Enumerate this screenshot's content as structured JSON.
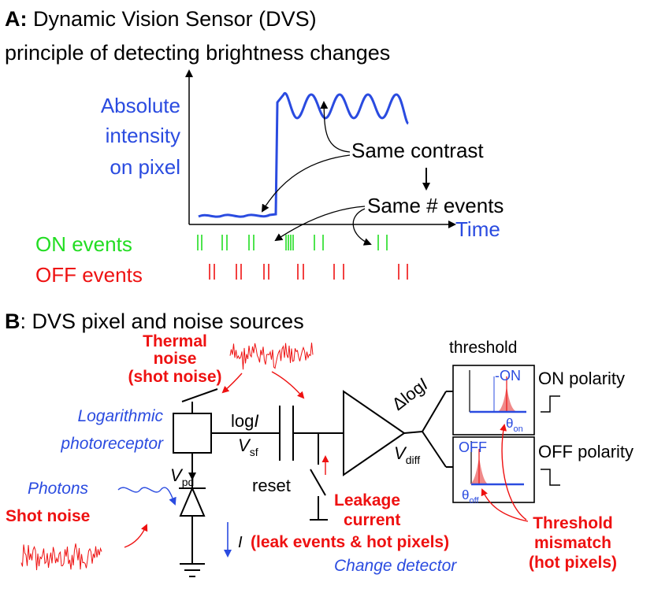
{
  "panel_a": {
    "letter": "A:",
    "title_rest": " Dynamic Vision Sensor (DVS)",
    "subtitle": "principle of detecting brightness changes",
    "intensity_label": [
      "Absolute",
      "intensity",
      "on pixel"
    ],
    "time_label": "Time",
    "same_contrast": "Same contrast",
    "same_events": "Same # events",
    "on_events": "ON events",
    "off_events": "OFF events"
  },
  "panel_b": {
    "letter": "B",
    "title_rest": ":  DVS pixel and noise sources",
    "thermal_noise": [
      "Thermal",
      "noise",
      "(shot noise)"
    ],
    "log_photoreceptor": [
      "Logarithmic",
      "photoreceptor"
    ],
    "photons": "Photons",
    "shot_noise": "Shot noise",
    "log_i": "log",
    "log_i_var": "I",
    "v_sf": "V",
    "v_sf_sub": "sf",
    "v_pd": "V",
    "v_pd_sub": "pd",
    "i_label": "I",
    "reset": "reset",
    "leakage": [
      "Leakage",
      "current",
      "(leak events & hot pixels)"
    ],
    "change_detector": "Change detector",
    "delta_log_i": "Δlog",
    "delta_log_i_var": "I",
    "v_diff": "V",
    "v_diff_sub": "diff",
    "threshold": "threshold",
    "on_polarity": "ON polarity",
    "off_polarity": "OFF polarity",
    "on_box_label": "-ON",
    "off_box_label": "OFF",
    "theta": "θ",
    "theta_on_sub": "on",
    "theta_off_sub": "off",
    "threshold_mismatch": [
      "Threshold",
      "mismatch",
      "(hot pixels)"
    ]
  },
  "colors": {
    "blue": "#2a4be0",
    "green": "#22dd22",
    "red": "#ee1111",
    "black": "#000000",
    "pink": "#f08a8a"
  }
}
